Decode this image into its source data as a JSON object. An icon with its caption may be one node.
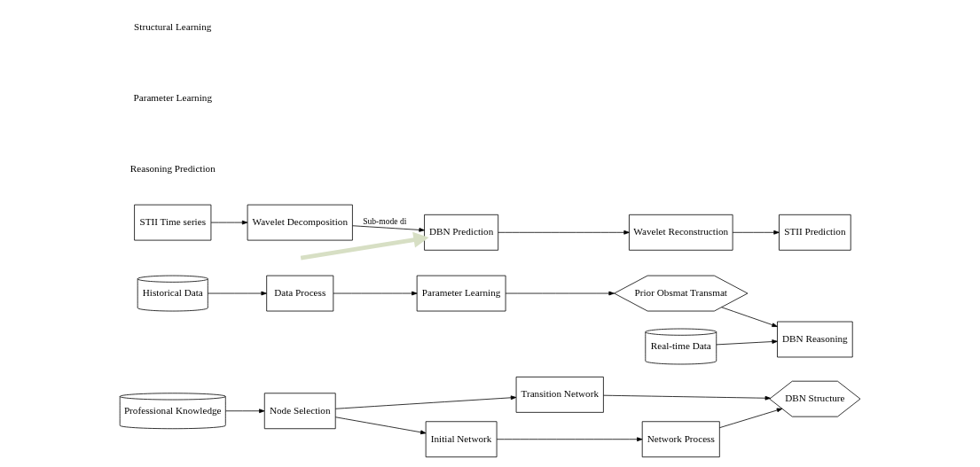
{
  "diagram": {
    "nodes": [
      {
        "text": [
          "Professional Knowledge"
        ]
      },
      {
        "text": [
          "Node Selection"
        ]
      },
      {
        "text": [
          "Transition Network"
        ]
      },
      {
        "text": [
          "DBN Structure"
        ]
      },
      {
        "text": [
          "Initial Network"
        ]
      },
      {
        "text": [
          "Network Process"
        ]
      },
      {
        "text": [
          "Historical Data"
        ]
      },
      {
        "text": [
          "Data Process"
        ]
      },
      {
        "text": [
          "Parameter Learning"
        ]
      },
      {
        "text": [
          "Prior Obsmat Transmat"
        ]
      },
      {
        "text": [
          "Real-time Data"
        ]
      },
      {
        "text": [
          "DBN Reasoning"
        ]
      },
      {
        "text": [
          "STII Time series"
        ]
      },
      {
        "text": [
          "Wavelet Decomposition"
        ]
      },
      {
        "text": [
          "DBN Prediction"
        ]
      },
      {
        "text": [
          "Wavelet Reconstruction"
        ]
      },
      {
        "text": [
          "STII Prediction"
        ]
      }
    ],
    "edges": [
      {
        "from": 0,
        "to": 1,
        "arrow": "to"
      },
      {
        "from": 1,
        "to": 2,
        "arrow": "to"
      },
      {
        "from": 1,
        "to": 4,
        "arrow": "to"
      },
      {
        "from": 4,
        "to": 5,
        "arrow": "to"
      },
      {
        "from": 2,
        "to": 3,
        "arrow": "to"
      },
      {
        "from": 5,
        "to": 3,
        "arrow": "to"
      },
      {
        "from": 6,
        "to": 7,
        "arrow": "to"
      },
      {
        "from": 7,
        "to": 8,
        "arrow": "to"
      },
      {
        "from": 8,
        "to": 9,
        "arrow": "to"
      },
      {
        "from": 9,
        "to": 11,
        "arrow": "to"
      },
      {
        "from": 10,
        "to": 11,
        "arrow": "to"
      },
      {
        "from": 12,
        "to": 13,
        "arrow": "to"
      },
      {
        "from": 13,
        "to": 14,
        "arrow": "to",
        "label": "Sub-mode di"
      },
      {
        "from": 14,
        "to": 15,
        "arrow": "to"
      },
      {
        "from": 15,
        "to": 16,
        "arrow": "to"
      },
      {
        "from": null,
        "to": 14,
        "arrow": "to",
        "style": "thick",
        "color": "#d7dfc4"
      }
    ],
    "labels": [
      "Structural Learning",
      "Parameter Learning",
      "Reasoning Prediction"
    ]
  }
}
